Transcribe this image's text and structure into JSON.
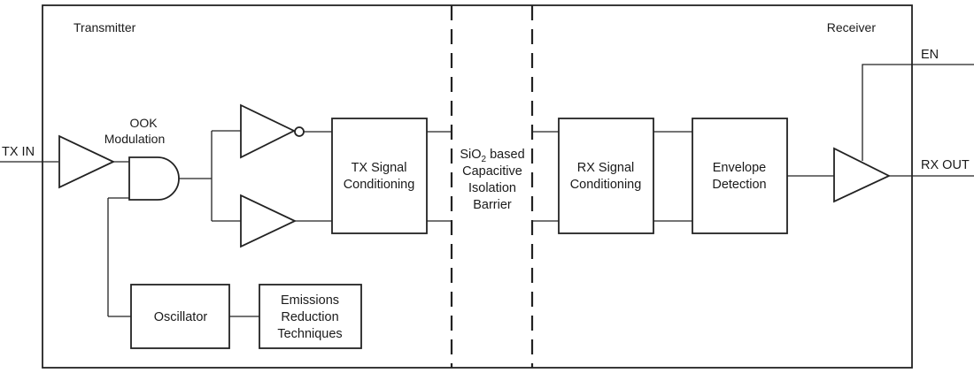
{
  "sections": {
    "transmitter": "Transmitter",
    "receiver": "Receiver"
  },
  "pins": {
    "tx_in": "TX IN",
    "en": "EN",
    "rx_out": "RX OUT"
  },
  "blocks": {
    "ook_modulation": [
      "OOK",
      "Modulation"
    ],
    "tx_signal_conditioning": [
      "TX Signal",
      "Conditioning"
    ],
    "oscillator": [
      "Oscillator"
    ],
    "emissions_reduction": [
      "Emissions",
      "Reduction",
      "Techniques"
    ],
    "rx_signal_conditioning": [
      "RX Signal",
      "Conditioning"
    ],
    "envelope_detection": [
      "Envelope",
      "Detection"
    ]
  },
  "barrier": {
    "line1_prefix": "SiO",
    "line1_subscript": "2",
    "line1_suffix": " based",
    "line2": "Capacitive",
    "line3": "Isolation",
    "line4": "Barrier"
  }
}
